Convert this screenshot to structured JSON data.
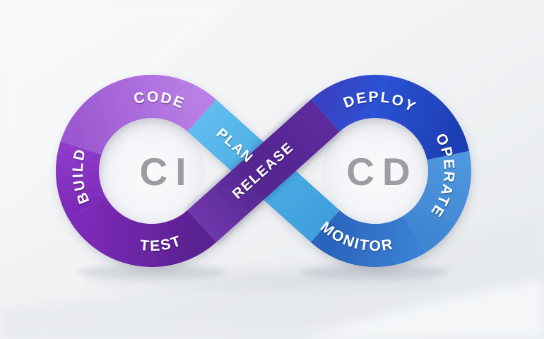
{
  "diagram": {
    "type": "ci-cd-infinity-loop",
    "center_left_label": "CI",
    "center_right_label": "CD",
    "stages": {
      "code": "CODE",
      "build": "BUILD",
      "test": "TEST",
      "plan": "PLAN",
      "release": "RELEASE",
      "deploy": "DEPLOY",
      "operate": "OPERATE",
      "monitor": "MONITOR"
    },
    "colors": {
      "code_start": "#9c58d1",
      "code_end": "#b97fe6",
      "build_start": "#7c2ab8",
      "build_end": "#8f3bca",
      "test_start": "#7c2ab8",
      "test_end": "#5a2290",
      "release_start": "#6f37ac",
      "release_mid": "#542690",
      "release_end": "#5d2b9c",
      "plan_start": "#60bdee",
      "plan_mid": "#4aade4",
      "plan_end": "#3f9fdd",
      "deploy_start": "#3743c4",
      "deploy_mid": "#2b52d4",
      "deploy_end": "#1e3fb4",
      "operate_start": "#4f97de",
      "operate_end": "#3f85d0",
      "monitor_start": "#3b82d4",
      "monitor_end": "#2a63bc",
      "label_text": "#ffffff",
      "center_text": "#9b9da1",
      "background": "#f0f2f4"
    }
  }
}
